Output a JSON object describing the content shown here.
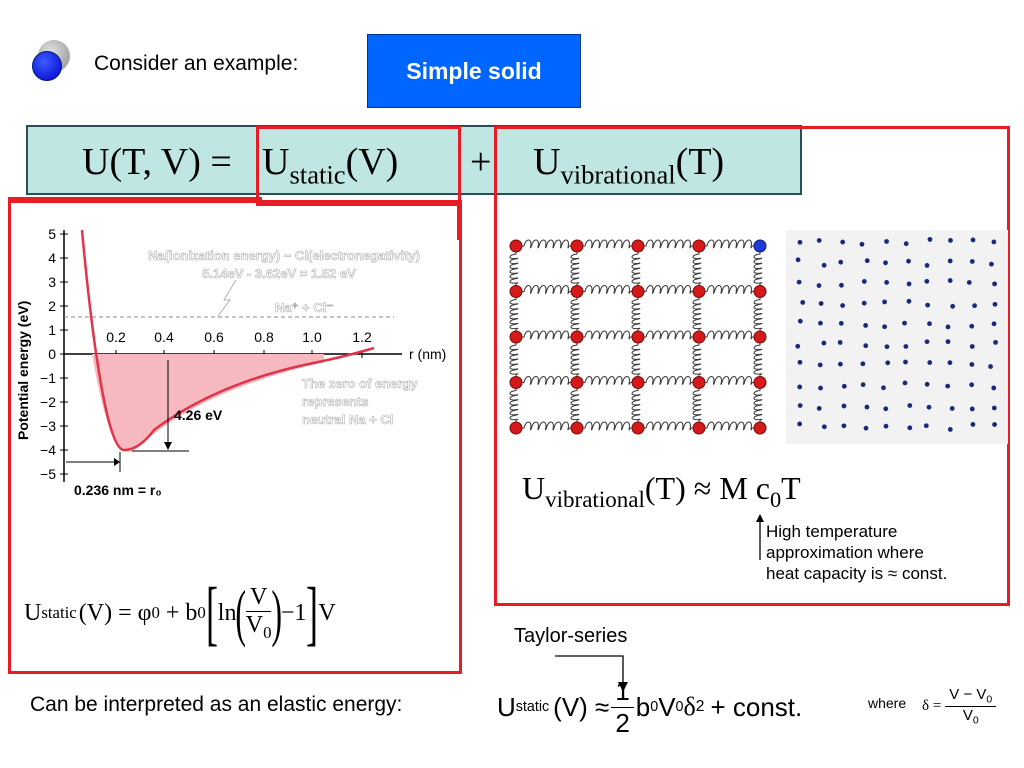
{
  "intro_text": "Consider an example:",
  "badge": "Simple solid",
  "main_equation": {
    "lhs": "U(T, V) =",
    "static_U": "U",
    "static_sub": "static",
    "static_arg": "(V)",
    "plus": "+",
    "vib_U": "U",
    "vib_sub": "vibrational",
    "vib_arg": "(T)"
  },
  "plot": {
    "y_label": "Potential energy (eV)",
    "x_label": "r (nm)",
    "y_ticks": [
      "5",
      "4",
      "3",
      "2",
      "1",
      "0",
      "−1",
      "−2",
      "−3",
      "−4",
      "−5"
    ],
    "x_ticks": [
      "0.2",
      "0.4",
      "0.6",
      "0.8",
      "1.0",
      "1.2"
    ],
    "ann_ionization_1": "Na(ionization energy) − Cl(electronegativity)",
    "ann_ionization_2": "5.14eV - 3.62eV = 1.52 eV",
    "ann_ions": "Na⁺ + Cl⁻",
    "ann_zero_1": "The zero of energy",
    "ann_zero_2": "represents",
    "ann_zero_3": "neutral Na + Cl",
    "ann_depth": "4.26 eV",
    "ann_r0": "0.236 nm = r₀"
  },
  "static_equation": {
    "lhs_U": "U",
    "lhs_sub": "static",
    "lhs_arg": "(V) = φ",
    "phi_sub": "0",
    "plus_b": "+ b",
    "b_sub": "0",
    "ln": "ln",
    "frac_num": "V",
    "frac_den": "V",
    "frac_den_sub": "0",
    "minus_one": "−1",
    "tail": "V"
  },
  "vib_equation": {
    "U": "U",
    "sub": "vibrational",
    "rest": "(T) ≈ M c",
    "c_sub": "0",
    "T": "T"
  },
  "high_temp_note": [
    "High temperature",
    "approximation where",
    "heat capacity is ≈ const."
  ],
  "taylor_label": "Taylor-series",
  "bottom": {
    "lead": "Can be  interpreted as an elastic energy:",
    "U": "U",
    "U_sub": "static",
    "arg": "(V) ≈",
    "half_num": "1",
    "half_den": "2",
    "b": "b",
    "b_sub": "0",
    "V": "V",
    "V_sub": "0",
    "delta": "δ",
    "delta_sup": "2",
    "const": "+ const.",
    "where": "where",
    "delta_def": "δ =",
    "def_num": "V − V",
    "def_num_sub": "0",
    "def_den": "V",
    "def_den_sub": "0"
  }
}
